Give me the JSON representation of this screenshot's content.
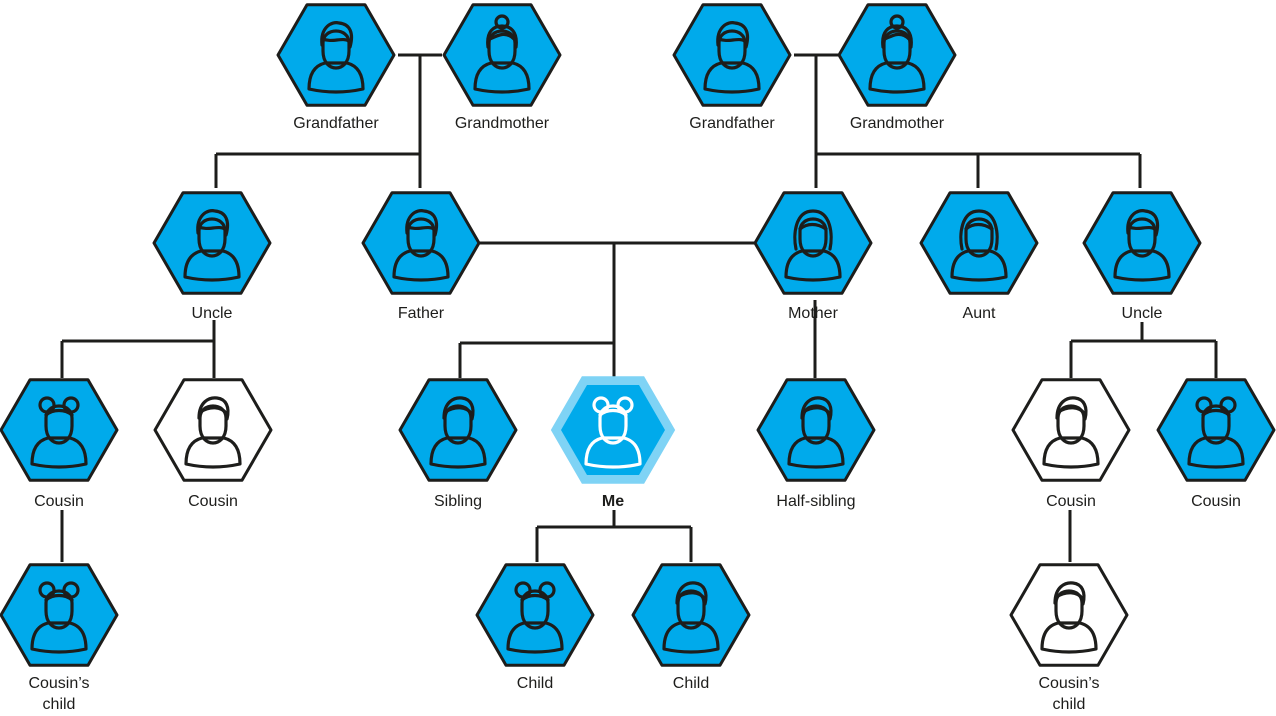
{
  "colors": {
    "node_fill": "#00aaeb",
    "node_fill_me": "#00aaeb",
    "node_ring_me": "#7fd3f5",
    "empty_fill": "#ffffff",
    "outline": "#1d1d1b",
    "line": "#1d1d1b",
    "icon_me": "#ffffff"
  },
  "nodes": [
    {
      "id": "pgf",
      "label": "Grandfather",
      "icon": "man-icon",
      "style": "filled"
    },
    {
      "id": "pgm",
      "label": "Grandmother",
      "icon": "woman-bun-icon",
      "style": "filled"
    },
    {
      "id": "mgf",
      "label": "Grandfather",
      "icon": "man-icon",
      "style": "filled"
    },
    {
      "id": "mgm",
      "label": "Grandmother",
      "icon": "woman-bun-icon",
      "style": "filled"
    },
    {
      "id": "uncle1",
      "label": "Uncle",
      "icon": "man-icon",
      "style": "filled"
    },
    {
      "id": "father",
      "label": "Father",
      "icon": "man-icon",
      "style": "filled"
    },
    {
      "id": "mother",
      "label": "Mother",
      "icon": "woman-icon",
      "style": "filled"
    },
    {
      "id": "aunt",
      "label": "Aunt",
      "icon": "woman-icon",
      "style": "filled"
    },
    {
      "id": "uncle2",
      "label": "Uncle",
      "icon": "man-icon",
      "style": "filled"
    },
    {
      "id": "cousin1",
      "label": "Cousin",
      "icon": "girl-icon",
      "style": "filled"
    },
    {
      "id": "cousin2",
      "label": "Cousin",
      "icon": "boy-icon",
      "style": "empty"
    },
    {
      "id": "sibling",
      "label": "Sibling",
      "icon": "boy-icon",
      "style": "filled"
    },
    {
      "id": "me",
      "label": "Me",
      "icon": "girl-icon",
      "style": "me"
    },
    {
      "id": "halfsib",
      "label": "Half-sibling",
      "icon": "boy-icon",
      "style": "filled"
    },
    {
      "id": "cousin3",
      "label": "Cousin",
      "icon": "boy-icon",
      "style": "empty"
    },
    {
      "id": "cousin4",
      "label": "Cousin",
      "icon": "girl-icon",
      "style": "filled"
    },
    {
      "id": "cchild1",
      "label": "Cousin’s\nchild",
      "icon": "girl-icon",
      "style": "filled"
    },
    {
      "id": "child1",
      "label": "Child",
      "icon": "girl-icon",
      "style": "filled"
    },
    {
      "id": "child2",
      "label": "Child",
      "icon": "boy-icon",
      "style": "filled"
    },
    {
      "id": "cchild2",
      "label": "Cousin’s\nchild",
      "icon": "boy-icon",
      "style": "empty"
    }
  ]
}
